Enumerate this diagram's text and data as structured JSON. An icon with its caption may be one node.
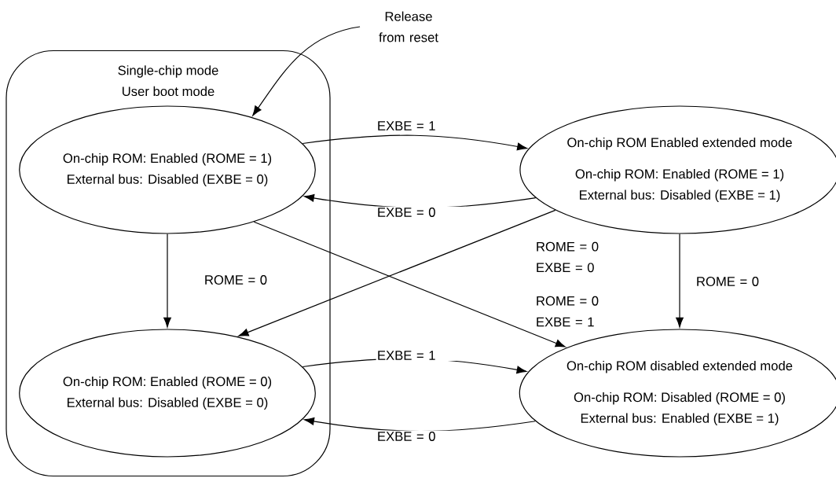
{
  "diagram": {
    "nodes": [
      {
        "text": [
          "Single-chip mode",
          "User boot mode"
        ]
      },
      {
        "text": [
          "On-chip ROM: Enabled (ROME = 1)",
          "External bus: Disabled (EXBE = 0)"
        ],
        "in": 0
      },
      {
        "text": [
          "On-chip ROM Enabled extended mode",
          "On-chip ROM: Enabled (ROME = 1)",
          "External bus: Disabled (EXBE = 1)"
        ]
      },
      {
        "text": [
          "On-chip ROM: Enabled (ROME = 0)",
          "External bus: Disabled (EXBE = 0)"
        ],
        "in": 0
      },
      {
        "text": [
          "On-chip ROM disabled extended mode",
          "On-chip ROM: Disabled (ROME = 0)",
          "External bus: Enabled (EXBE = 1)"
        ]
      },
      {
        "text": [
          "Release from reset"
        ]
      }
    ],
    "edges": [
      {
        "from": 5,
        "to": 1,
        "arrow": "to"
      },
      {
        "from": 1,
        "to": 2,
        "arrow": "to",
        "label": "EXBE = 1"
      },
      {
        "from": 2,
        "to": 1,
        "arrow": "to",
        "label": "EXBE = 0"
      },
      {
        "from": 1,
        "to": 3,
        "arrow": "to",
        "label": "ROME = 0"
      },
      {
        "from": 2,
        "to": 4,
        "arrow": "to",
        "label": "ROME = 0"
      },
      {
        "from": 2,
        "to": 3,
        "arrow": "to",
        "label": "ROME = 0 EXBE = 0"
      },
      {
        "from": 1,
        "to": 4,
        "arrow": "to",
        "label": "ROME = 0 EXBE = 1"
      },
      {
        "from": 3,
        "to": 4,
        "arrow": "to",
        "label": "EXBE = 1"
      },
      {
        "from": 4,
        "to": 3,
        "arrow": "to",
        "label": "EXBE = 0"
      }
    ]
  }
}
